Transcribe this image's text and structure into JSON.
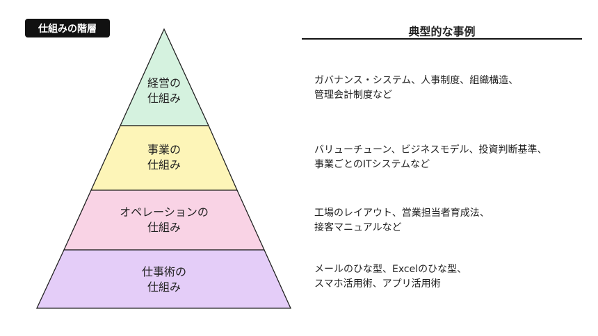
{
  "badge": "仕組みの階層",
  "levels": [
    {
      "line1": "経営の",
      "line2": "仕組み",
      "color": "#d5f2df"
    },
    {
      "line1": "事業の",
      "line2": "仕組み",
      "color": "#fdf5b8"
    },
    {
      "line1": "オペレーションの",
      "line2": "仕組み",
      "color": "#f9d3e5"
    },
    {
      "line1": "仕事術の",
      "line2": "仕組み",
      "color": "#e4cdf8"
    }
  ],
  "examples_heading": "典型的な事例",
  "examples": [
    {
      "line1": "ガバナンス・システム、人事制度、組織構造、",
      "line2": "管理会計制度など"
    },
    {
      "line1": "バリューチューン、ビジネスモデル、投資判断基準、",
      "line2": "事業ごとのITシステムなど"
    },
    {
      "line1": "工場のレイアウト、営業担当者育成法、",
      "line2": "接客マニュアルなど"
    },
    {
      "line1": "メールのひな型、Excelのひな型、",
      "line2": "スマホ活用術、アプリ活用術"
    }
  ]
}
